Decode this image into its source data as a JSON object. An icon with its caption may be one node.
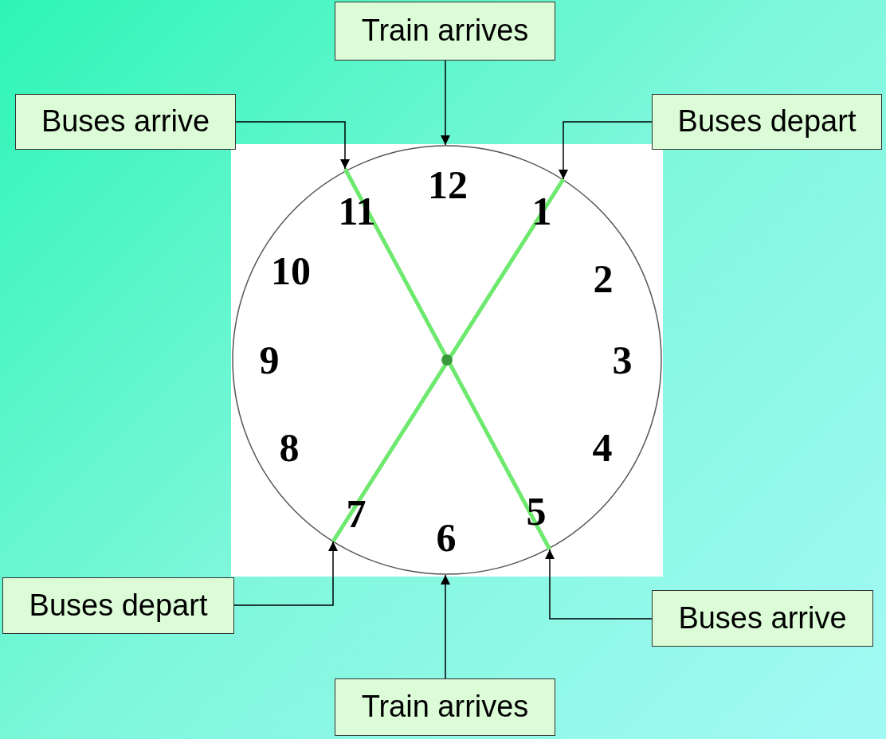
{
  "diagram": {
    "nodes": [
      {
        "text": [
          "Train arrives"
        ]
      },
      {
        "text": [
          "Buses arrive"
        ]
      },
      {
        "text": [
          "Buses depart"
        ]
      },
      {
        "text": [
          "Buses depart"
        ]
      },
      {
        "text": [
          "Buses arrive"
        ]
      },
      {
        "text": [
          "Train arrives"
        ]
      },
      {
        "text": [],
        "shape": "circle"
      }
    ],
    "edges": [
      {
        "from": 0,
        "to": 6,
        "arrow": "to"
      },
      {
        "from": 1,
        "to": 6,
        "arrow": "to"
      },
      {
        "from": 2,
        "to": 6,
        "arrow": "to"
      },
      {
        "from": 3,
        "to": 6,
        "arrow": "to"
      },
      {
        "from": 4,
        "to": 6,
        "arrow": "to"
      },
      {
        "from": 5,
        "to": 6,
        "arrow": "to"
      }
    ],
    "labels": [
      "12",
      "1",
      "2",
      "3",
      "4",
      "5",
      "6",
      "7",
      "8",
      "9",
      "10",
      "11"
    ]
  }
}
